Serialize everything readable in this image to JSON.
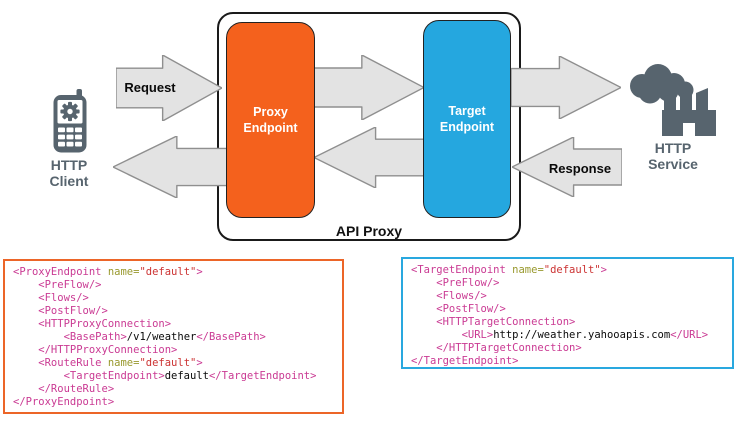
{
  "diagram": {
    "api_proxy_label": "API Proxy",
    "proxy_endpoint_label": "Proxy Endpoint",
    "target_endpoint_label": "Target Endpoint",
    "request_label": "Request",
    "response_label": "Response",
    "http_client_label": "HTTP Client",
    "http_service_label": "HTTP Service"
  },
  "colors": {
    "proxy_box": "#F4611D",
    "target_box": "#25A7DF",
    "icon_gray": "#57646E",
    "arrow_fill": "#E3E3E3",
    "arrow_stroke": "#8F8F8F",
    "code_tag": "#CA3A93",
    "code_attr": "#99992E",
    "code_value": "#CC3333",
    "code_text": "#0A0A0A",
    "proxy_code_border": "#EC6528",
    "target_code_border": "#29A8DF"
  },
  "code_left": {
    "lines": [
      [
        {
          "t": "<ProxyEndpoint ",
          "c": "tag"
        },
        {
          "t": "name=",
          "c": "attr"
        },
        {
          "t": "\"default\"",
          "c": "val"
        },
        {
          "t": ">",
          "c": "tag"
        }
      ],
      [
        {
          "t": "    <PreFlow/>",
          "c": "tag"
        }
      ],
      [
        {
          "t": "    <Flows/>",
          "c": "tag"
        }
      ],
      [
        {
          "t": "    <PostFlow/>",
          "c": "tag"
        }
      ],
      [
        {
          "t": "    <HTTPProxyConnection>",
          "c": "tag"
        }
      ],
      [
        {
          "t": "        <BasePath>",
          "c": "tag"
        },
        {
          "t": "/v1/weather",
          "c": "txt"
        },
        {
          "t": "</BasePath>",
          "c": "tag"
        }
      ],
      [
        {
          "t": "    </HTTPProxyConnection>",
          "c": "tag"
        }
      ],
      [
        {
          "t": "    <RouteRule ",
          "c": "tag"
        },
        {
          "t": "name=",
          "c": "attr"
        },
        {
          "t": "\"default\"",
          "c": "val"
        },
        {
          "t": ">",
          "c": "tag"
        }
      ],
      [
        {
          "t": "        <TargetEndpoint>",
          "c": "tag"
        },
        {
          "t": "default",
          "c": "txt"
        },
        {
          "t": "</TargetEndpoint>",
          "c": "tag"
        }
      ],
      [
        {
          "t": "    </RouteRule>",
          "c": "tag"
        }
      ],
      [
        {
          "t": "</ProxyEndpoint>",
          "c": "tag"
        }
      ]
    ]
  },
  "code_right": {
    "lines": [
      [
        {
          "t": "<TargetEndpoint ",
          "c": "tag"
        },
        {
          "t": "name=",
          "c": "attr"
        },
        {
          "t": "\"default\"",
          "c": "val"
        },
        {
          "t": ">",
          "c": "tag"
        }
      ],
      [
        {
          "t": "    <PreFlow/>",
          "c": "tag"
        }
      ],
      [
        {
          "t": "    <Flows/>",
          "c": "tag"
        }
      ],
      [
        {
          "t": "    <PostFlow/>",
          "c": "tag"
        }
      ],
      [
        {
          "t": "    <HTTPTargetConnection>",
          "c": "tag"
        }
      ],
      [
        {
          "t": "        <URL>",
          "c": "tag"
        },
        {
          "t": "http://weather.yahooapis.com",
          "c": "txt"
        },
        {
          "t": "</URL>",
          "c": "tag"
        }
      ],
      [
        {
          "t": "    </HTTPTargetConnection>",
          "c": "tag"
        }
      ],
      [
        {
          "t": "</TargetEndpoint>",
          "c": "tag"
        }
      ]
    ]
  }
}
